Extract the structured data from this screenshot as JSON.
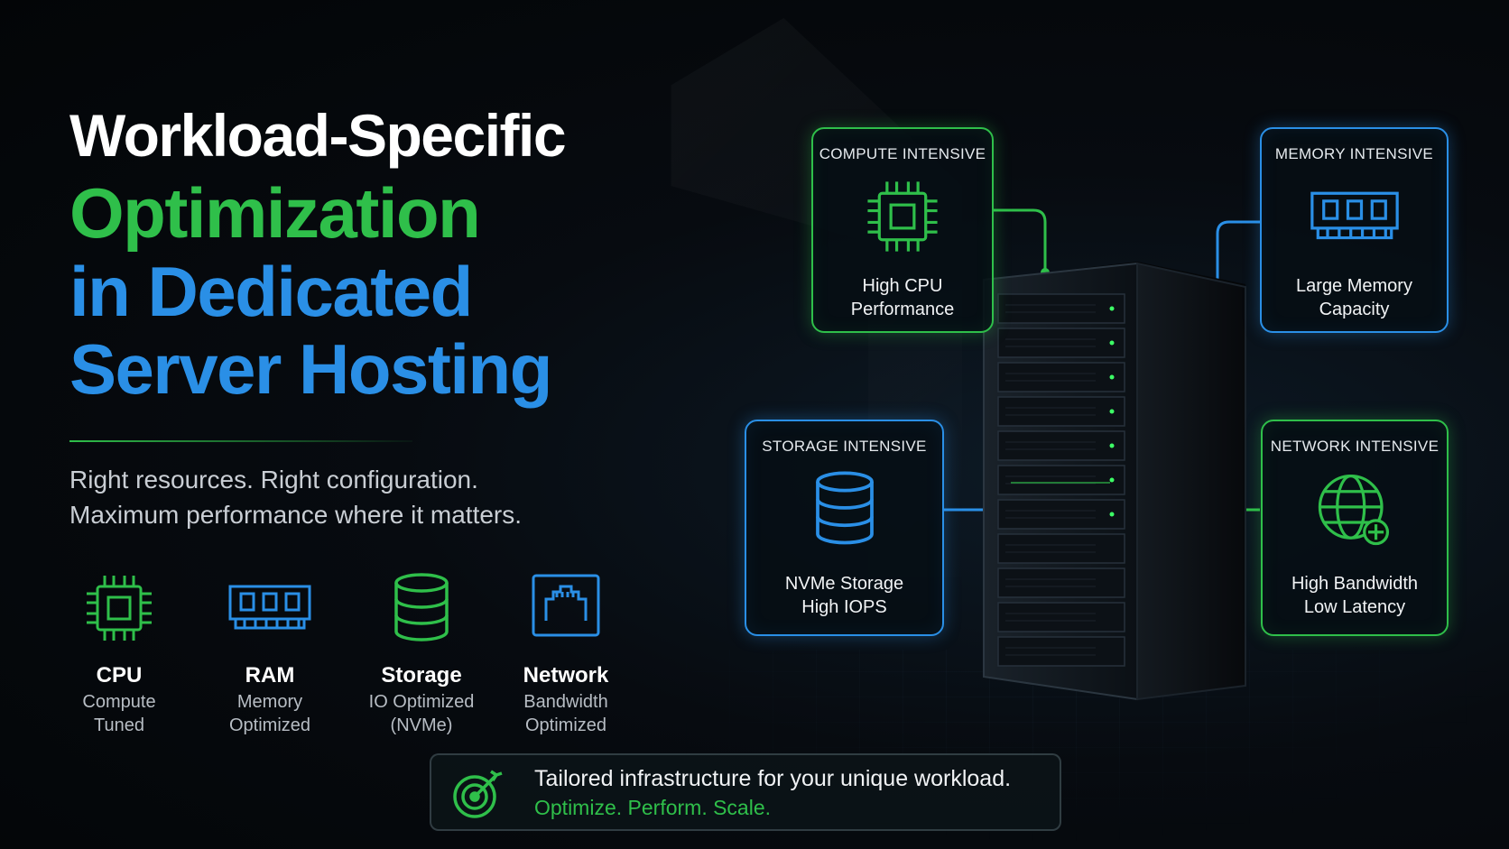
{
  "headline": {
    "line1": "Workload-Specific",
    "line2": "Optimization",
    "line3": "in Dedicated",
    "line4": "Server Hosting"
  },
  "tagline": {
    "line1": "Right resources. Right configuration.",
    "line2": "Maximum performance where it matters."
  },
  "features": [
    {
      "name": "CPU",
      "desc1": "Compute",
      "desc2": "Tuned",
      "icon": "cpu-chip-icon"
    },
    {
      "name": "RAM",
      "desc1": "Memory",
      "desc2": "Optimized",
      "icon": "ram-module-icon"
    },
    {
      "name": "Storage",
      "desc1": "IO Optimized",
      "desc2": "(NVMe)",
      "icon": "database-icon"
    },
    {
      "name": "Network",
      "desc1": "Bandwidth",
      "desc2": "Optimized",
      "icon": "network-port-icon"
    }
  ],
  "cards": {
    "compute": {
      "title": "COMPUTE INTENSIVE",
      "line1": "High CPU",
      "line2": "Performance",
      "icon": "cpu-chip-icon"
    },
    "memory": {
      "title": "MEMORY INTENSIVE",
      "line1": "Large Memory",
      "line2": "Capacity",
      "icon": "ram-module-icon"
    },
    "storage": {
      "title": "STORAGE INTENSIVE",
      "line1": "NVMe Storage",
      "line2": "High IOPS",
      "icon": "database-icon"
    },
    "network": {
      "title": "NETWORK INTENSIVE",
      "line1": "High Bandwidth",
      "line2": "Low Latency",
      "icon": "globe-plus-icon"
    }
  },
  "bottom": {
    "line1": "Tailored infrastructure for your unique workload.",
    "line2": "Optimize. Perform. Scale.",
    "icon": "target-arrow-icon"
  },
  "colors": {
    "green": "#2fbf4a",
    "blue": "#2a8fe6",
    "background": "#05080c",
    "text": "#ffffff",
    "muted": "#b7bdc4"
  }
}
